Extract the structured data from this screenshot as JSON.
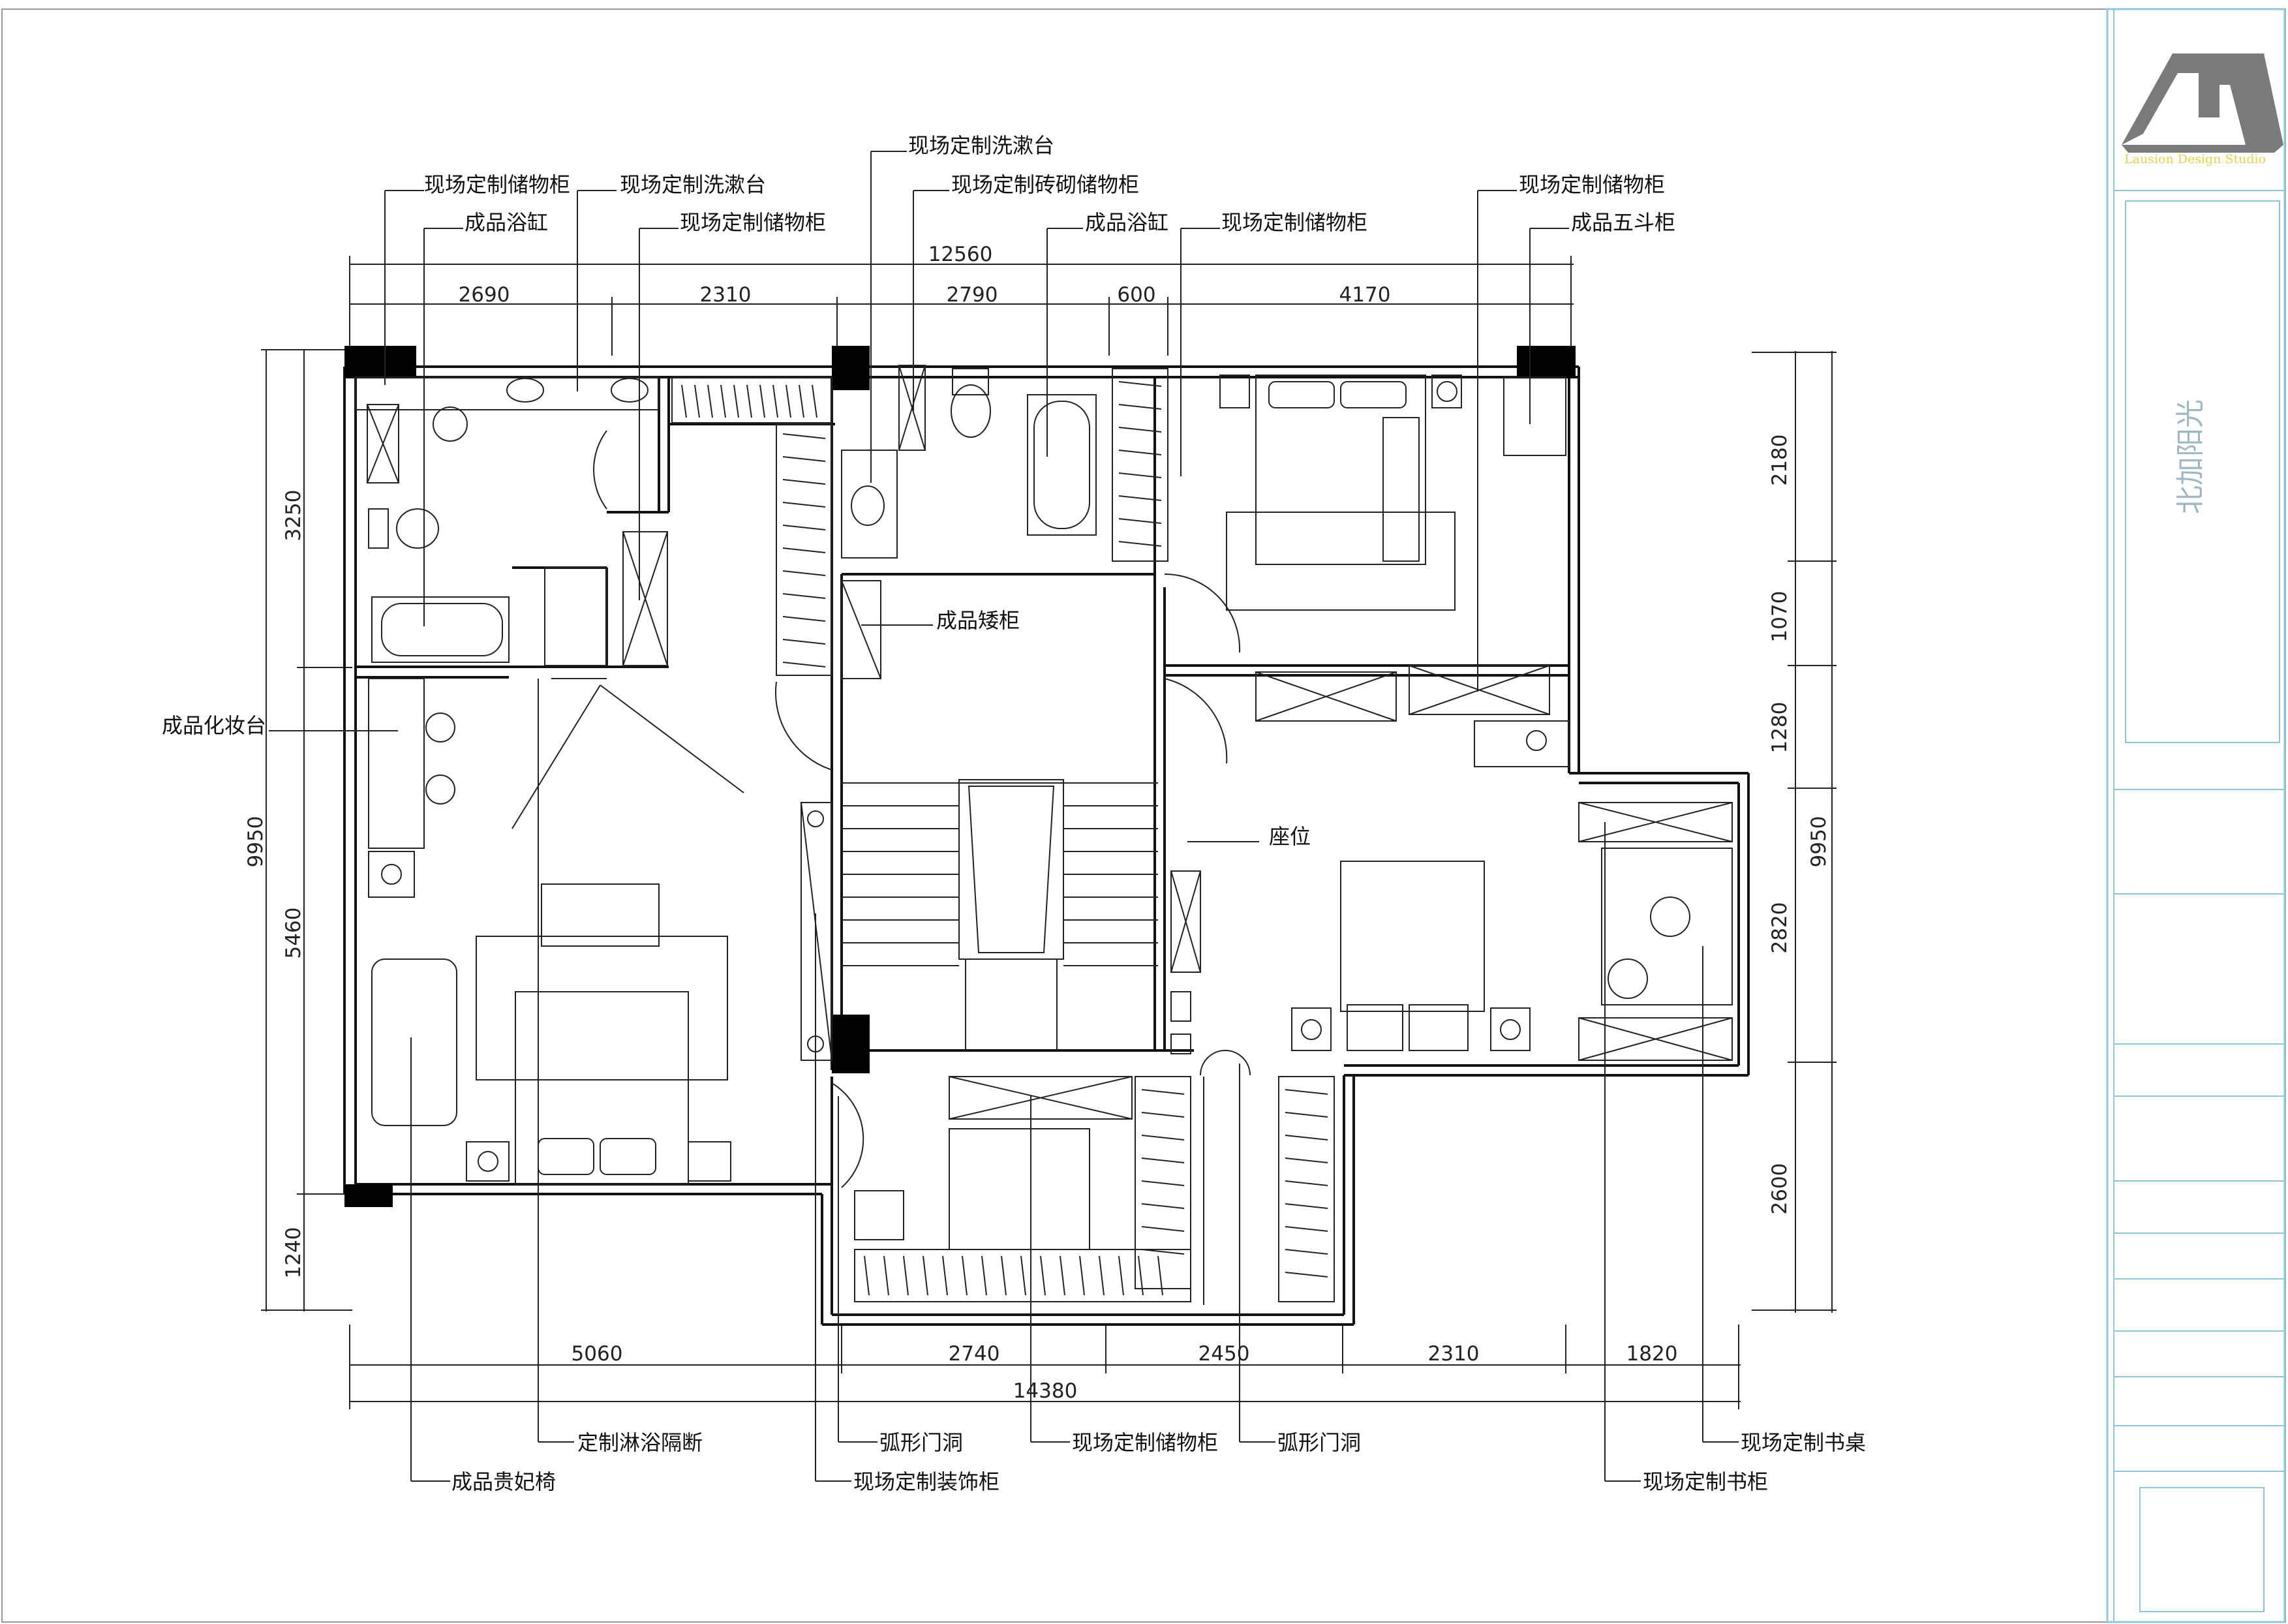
{
  "drawing": {
    "labels_top": {
      "l1": "现场定制储物柜",
      "l2": "现场定制洗漱台",
      "l3": "成品浴缸",
      "l4": "现场定制储物柜",
      "l5": "现场定制洗漱台",
      "l6": "现场定制砖砌储物柜",
      "l7": "成品浴缸",
      "l8": "现场定制储物柜",
      "l9": "现场定制储物柜",
      "l10": "成品五斗柜"
    },
    "labels_side": {
      "dresser": "成品化妆台",
      "low_cabinet": "成品矮柜",
      "seat": "座位"
    },
    "labels_bottom": {
      "shower": "定制淋浴隔断",
      "chaise": "成品贵妃椅",
      "arch1": "弧形门洞",
      "deco": "现场定制装饰柜",
      "storage": "现场定制储物柜",
      "arch2": "弧形门洞",
      "desk": "现场定制书桌",
      "bookcase": "现场定制书柜"
    },
    "dims_top": {
      "total": "12560",
      "d1": "2690",
      "d2": "2310",
      "d3": "2790",
      "d4": "600",
      "d5": "4170"
    },
    "dims_left": {
      "total": "9950",
      "d1": "3250",
      "d2": "5460",
      "d3": "1240"
    },
    "dims_right": {
      "total": "9950",
      "d1": "2180",
      "d2": "1070",
      "d3": "1280",
      "d4": "2820",
      "d5": "2600"
    },
    "dims_bottom": {
      "total": "14380",
      "d1": "5060",
      "d2": "2740",
      "d3": "2450",
      "d4": "2310",
      "d5": "1820"
    }
  },
  "title_block": {
    "logo_text": "Lausion Design Studio",
    "project_name": "北加阳光",
    "logo_color": "#7a7a7a",
    "accent_color": "#f1e05a",
    "frame_color": "#8ec7dd"
  }
}
